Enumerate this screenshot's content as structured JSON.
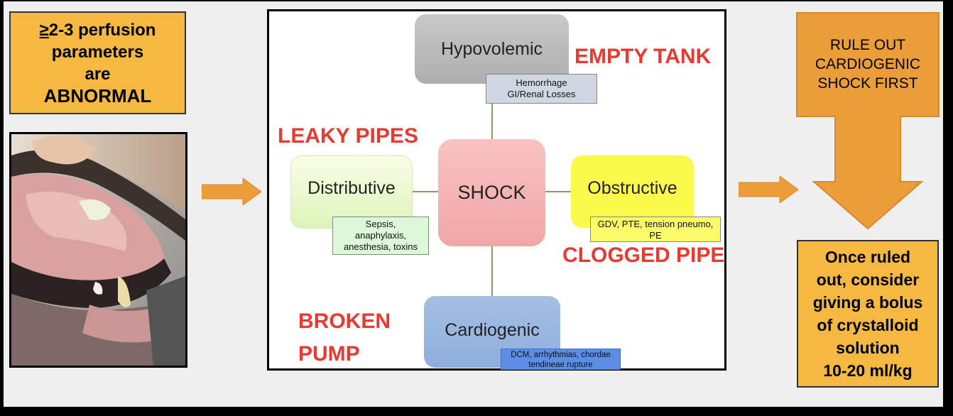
{
  "perfusion": {
    "symbol": "≥",
    "line1_rest": "2-3 perfusion",
    "line2": "parameters",
    "line3": "are",
    "line4": "ABNORMAL"
  },
  "rule_out": {
    "line1": "RULE OUT",
    "line2": "CARDIOGENIC",
    "line3": "SHOCK FIRST"
  },
  "bolus": {
    "line1": "Once ruled",
    "line2": "out, consider",
    "line3": "giving a bolus",
    "line4": "of crystalloid",
    "line5": "solution",
    "line6": "10-20 ml/kg"
  },
  "diagram": {
    "center": "SHOCK",
    "hypovolemic": {
      "label": "Hypovolemic",
      "sub1": "Hemorrhage",
      "sub2": "GI/Renal Losses"
    },
    "distributive": {
      "label": "Distributive",
      "sub1": "Sepsis,",
      "sub2": "anaphylaxis,",
      "sub3": "anesthesia, toxins"
    },
    "obstructive": {
      "label": "Obstructive",
      "sub1": "GDV, PTE, tension pneumo,",
      "sub2": "PE"
    },
    "cardiogenic": {
      "label": "Cardiogenic",
      "sub1": "DCM, arrhythmias, chordae",
      "sub2": "tendineae rupture"
    },
    "tags": {
      "empty_tank": "EMPTY TANK",
      "leaky_pipes": "LEAKY PIPES",
      "clogged_pipe": "CLOGGED PIPE",
      "broken_line1": "BROKEN",
      "broken_line2": "PUMP"
    }
  },
  "colors": {
    "orange_box": "#f5b840",
    "arrow": "#eb9d3a",
    "tag_red": "#e83a30",
    "connector": "#7fa35e"
  }
}
